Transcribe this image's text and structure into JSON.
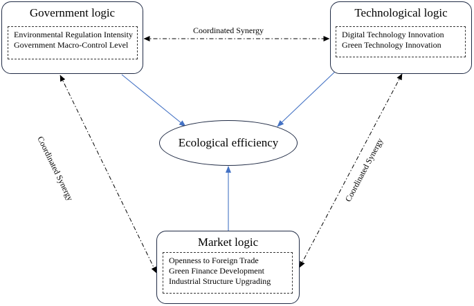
{
  "diagram": {
    "nodes": {
      "government": {
        "title": "Government logic",
        "factors": [
          "Environmental Regulation Intensity",
          "Government Macro-Control Level"
        ]
      },
      "technological": {
        "title": "Technological logic",
        "factors": [
          "Digital Technology Innovation",
          "Green Technology Innovation"
        ]
      },
      "market": {
        "title": "Market logic",
        "factors": [
          "Openness to Foreign Trade",
          "Green Finance Development",
          "Industrial Structure Upgrading"
        ]
      },
      "ecological": {
        "title": "Ecological efficiency"
      }
    },
    "edges": {
      "synergy_label": "Coordinated Synergy",
      "synergy_links": [
        "government-technological",
        "government-market",
        "technological-market"
      ],
      "influence_links": [
        "government-ecological",
        "technological-ecological",
        "market-ecological"
      ]
    },
    "colors": {
      "influence_arrow": "#4472c4",
      "synergy_line": "#000000",
      "box_border": "#1f2a44"
    }
  }
}
